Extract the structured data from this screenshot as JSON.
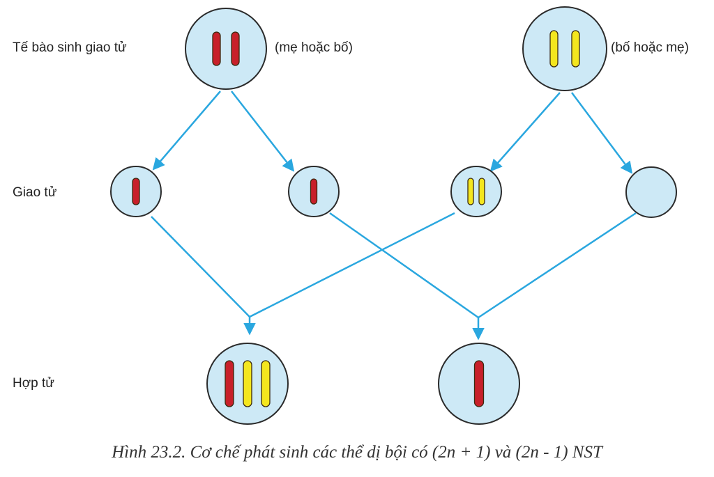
{
  "labels": {
    "row_parent": "Tế bào sinh giao tử",
    "row_gamete": "Giao tử",
    "row_zygote": "Hợp tử",
    "parent_left": "(mẹ hoặc bố)",
    "parent_right": "(bố hoặc mẹ)"
  },
  "caption": "Hình 23.2. Cơ chế phát sinh các thể dị bội có (2n + 1) và (2n - 1) NST",
  "colors": {
    "cell_fill": "#cde9f6",
    "cell_stroke": "#2b2b2b",
    "arrow": "#2aa7df",
    "chrom_red": "#c8202a",
    "chrom_yellow": "#f4e61e",
    "chrom_stroke": "#3a2a10"
  },
  "cells": {
    "parent_left": {
      "chromosomes": [
        "red",
        "red"
      ]
    },
    "parent_right": {
      "chromosomes": [
        "yellow",
        "yellow"
      ]
    },
    "gamete_1": {
      "chromosomes": [
        "red"
      ]
    },
    "gamete_2": {
      "chromosomes": [
        "red"
      ]
    },
    "gamete_3": {
      "chromosomes": [
        "yellow",
        "yellow"
      ]
    },
    "gamete_4": {
      "chromosomes": []
    },
    "zygote_left": {
      "chromosomes": [
        "red",
        "yellow",
        "yellow"
      ]
    },
    "zygote_right": {
      "chromosomes": [
        "red"
      ]
    }
  }
}
